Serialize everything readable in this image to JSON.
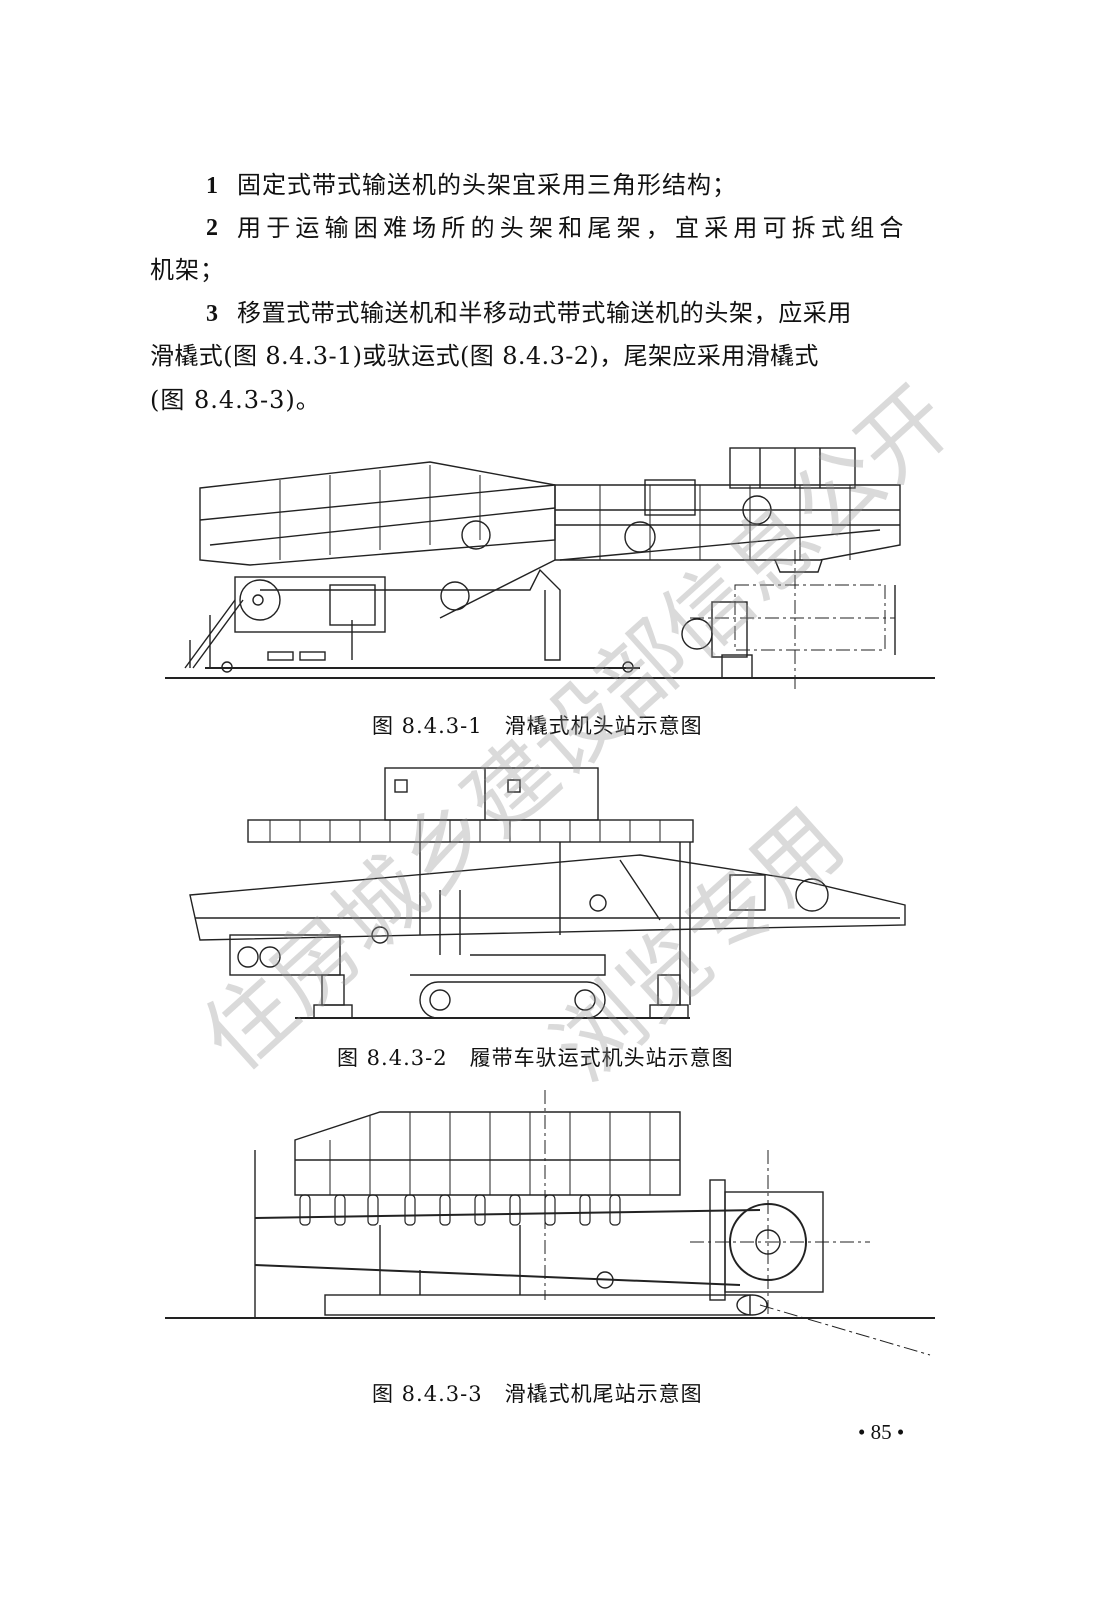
{
  "paragraphs": [
    {
      "num": "1",
      "text": "固定式带式输送机的头架宜采用三角形结构；"
    },
    {
      "num": "2",
      "text_line1": "用于运输困难场所的头架和尾架，宜采用可拆式组合",
      "text_line2": "机架；"
    },
    {
      "num": "3",
      "text_line1": "移置式带式输送机和半移动式带式输送机的头架，应采用",
      "text_line2": "滑橇式(图 8.4.3-1)或驮运式(图 8.4.3-2)，尾架应采用滑橇式",
      "text_line3": "(图 8.4.3-3)。"
    }
  ],
  "figures": [
    {
      "caption": "图 8.4.3-1　滑橇式机头站示意图"
    },
    {
      "caption": "图 8.4.3-2　履带车驮运式机头站示意图"
    },
    {
      "caption": "图 8.4.3-3　滑橇式机尾站示意图"
    }
  ],
  "page_number": "• 85 •",
  "watermark": {
    "line1": "住房城乡建设部信息公开",
    "line2": "浏览专用"
  }
}
